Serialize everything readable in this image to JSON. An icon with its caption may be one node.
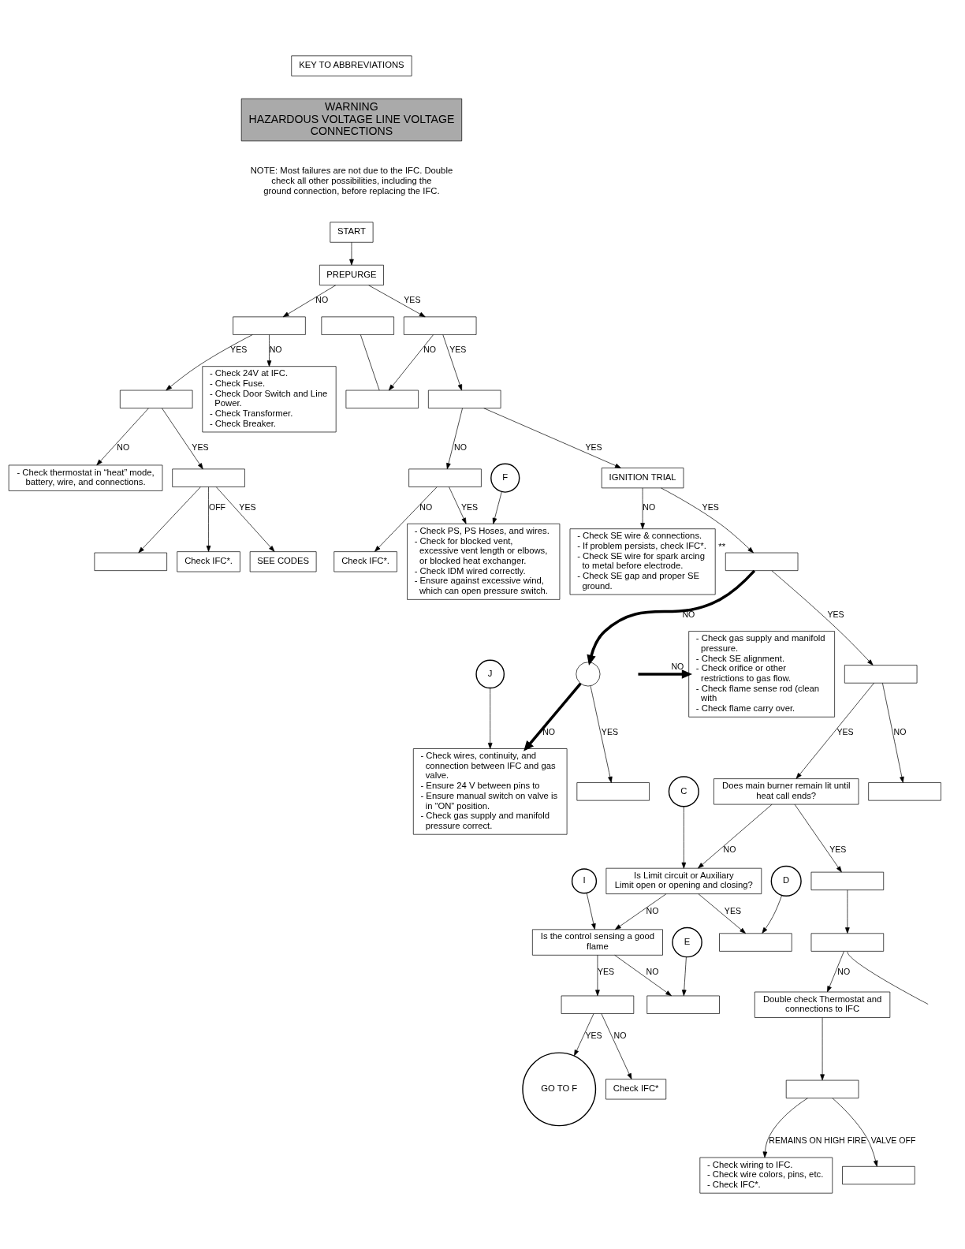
{
  "diagram": {
    "nodes": [
      {
        "text": [
          "KEY TO ABBREVIATIONS"
        ]
      },
      {
        "text": [
          "WARNING",
          "HAZARDOUS VOLTAGE LINE VOLTAGE CONNECTIONS"
        ]
      },
      {
        "text": [
          "START"
        ]
      },
      {
        "text": [
          "PREPURGE"
        ]
      },
      {
        "text": [],
        "shape": "box"
      },
      {
        "text": [
          "- Check 24V at IFC.",
          "- Check Fuse.",
          "- Check Door Switch and Line Power.",
          "- Check Transformer.",
          "- Check Breaker."
        ]
      },
      {
        "text": [],
        "shape": "box"
      },
      {
        "text": [
          "- Check thermostat in “heat” mode, battery, wire, and connections."
        ]
      },
      {
        "text": [],
        "shape": "box"
      },
      {
        "text": [
          "Check IFC*."
        ]
      },
      {
        "text": [
          "SEE CODES"
        ]
      },
      {
        "text": [],
        "shape": "box"
      },
      {
        "text": [],
        "shape": "box"
      },
      {
        "text": [],
        "shape": "box"
      },
      {
        "text": [],
        "shape": "box"
      },
      {
        "text": [
          "Check IFC*."
        ]
      },
      {
        "text": [],
        "shape": "box"
      },
      {
        "text": [
          "- Check PS, PS Hoses, and wires.",
          "- Check for blocked vent, excessive vent length or elbows, or blocked heat exchanger.",
          "- Check IDM wired correctly.",
          "- Ensure against excessive wind, which can open pressure switch."
        ]
      },
      {
        "text": [
          "F"
        ]
      },
      {
        "text": [],
        "shape": "box"
      },
      {
        "text": [
          "IGNITION TRIAL"
        ]
      },
      {
        "text": [
          "- Check SE wire & connections.",
          "- If problem persists, check IFC*.",
          "- Check SE wire for spark arcing to metal before electrode.",
          "- Check SE gap and proper SE ground."
        ]
      },
      {
        "text": [],
        "shape": "box",
        "beside": [
          "**"
        ]
      },
      {
        "text": [],
        "shape": "circle"
      },
      {
        "text": [],
        "shape": "box"
      },
      {
        "text": [
          "- Check gas supply and manifold pressure.",
          "- Check SE alignment.",
          "- Check orifice or other restrictions to gas flow.",
          "- Check flame sense rod (clean with",
          "- Check flame carry over."
        ]
      },
      {
        "text": [
          "- Check wires, continuity, and connection between IFC and gas valve.",
          "- Ensure 24 V between pins to",
          "- Ensure manual switch on valve is in “ON” position.",
          "- Check gas supply and manifold pressure correct."
        ]
      },
      {
        "text": [
          "J"
        ]
      },
      {
        "text": [],
        "shape": "box"
      },
      {
        "text": [],
        "shape": "box"
      },
      {
        "text": [
          "C"
        ]
      },
      {
        "text": [
          "I"
        ]
      },
      {
        "text": [
          "Is Limit circuit or Auxiliary Limit open or opening and closing?"
        ]
      },
      {
        "text": [
          "Is the control sensing a good flame"
        ]
      },
      {
        "text": [],
        "shape": "box"
      },
      {
        "text": [
          "Check IFC*"
        ]
      },
      {
        "text": [
          "GO TO F"
        ]
      },
      {
        "text": [
          "Does main burner remain lit until heat call ends?"
        ]
      },
      {
        "text": [],
        "shape": "box"
      },
      {
        "text": [
          "D"
        ]
      },
      {
        "text": [],
        "shape": "box"
      },
      {
        "text": [
          "E"
        ]
      },
      {
        "text": [],
        "shape": "box"
      },
      {
        "text": [
          "- Check wiring to IFC.",
          "- Check wire colors, pins, etc.",
          "- Check IFC*."
        ]
      },
      {
        "text": [],
        "shape": "box"
      },
      {
        "text": [],
        "shape": "box"
      },
      {
        "text": [],
        "shape": "box"
      },
      {
        "text": [
          "Double check Thermostat and connections to IFC"
        ]
      }
    ],
    "edges": [
      {
        "from": 2,
        "to": 3,
        "arrow": "to"
      },
      {
        "from": 3,
        "to": 4,
        "arrow": "to",
        "label": "NO"
      },
      {
        "from": 4,
        "to": 5,
        "arrow": "to",
        "label": "NO"
      },
      {
        "from": 4,
        "to": 6,
        "arrow": "to",
        "label": "YES"
      },
      {
        "from": 6,
        "to": 7,
        "arrow": "to",
        "label": "NO"
      },
      {
        "from": 6,
        "to": 8,
        "arrow": "to",
        "label": "YES"
      },
      {
        "from": 8,
        "to": 9,
        "arrow": "to",
        "label": "OFF"
      },
      {
        "from": 8,
        "to": 10,
        "arrow": "to",
        "label": "YES"
      },
      {
        "from": 8,
        "to": 11,
        "arrow": "to"
      },
      {
        "from": 3,
        "to": 12,
        "arrow": "to",
        "label": "YES"
      },
      {
        "from": 12,
        "to": 14,
        "arrow": "to",
        "label": "NO"
      },
      {
        "from": 13,
        "to": 14,
        "arrow": "none"
      },
      {
        "from": 12,
        "to": 19,
        "arrow": "to",
        "label": "YES"
      },
      {
        "from": 16,
        "to": 15,
        "arrow": "to",
        "label": "NO"
      },
      {
        "from": 16,
        "to": 17,
        "arrow": "to",
        "label": "YES"
      },
      {
        "from": 18,
        "to": 17,
        "arrow": "to"
      },
      {
        "from": 19,
        "to": 16,
        "arrow": "to",
        "label": "NO"
      },
      {
        "from": 19,
        "to": 20,
        "arrow": "to",
        "label": "YES"
      },
      {
        "from": 20,
        "to": 21,
        "arrow": "to",
        "label": "NO"
      },
      {
        "from": 20,
        "to": 22,
        "arrow": "to",
        "label": "YES"
      },
      {
        "from": 22,
        "to": 23,
        "arrow": "to",
        "label": "NO",
        "style": "thick"
      },
      {
        "from": 23,
        "to": 24,
        "arrow": "to",
        "label": "YES"
      },
      {
        "from": 23,
        "to": 26,
        "arrow": "to",
        "label": "NO",
        "style": "thick"
      },
      {
        "from": null,
        "to": 25,
        "arrow": "to",
        "label": "NO",
        "style": "thick"
      },
      {
        "from": 27,
        "to": 26,
        "arrow": "to"
      },
      {
        "from": 22,
        "to": 28,
        "arrow": "to",
        "label": "YES"
      },
      {
        "from": 28,
        "to": 29,
        "arrow": "to",
        "label": "NO"
      },
      {
        "from": 28,
        "to": 37,
        "arrow": "to",
        "label": "YES"
      },
      {
        "from": 30,
        "to": 32,
        "arrow": "to"
      },
      {
        "from": 31,
        "to": 33,
        "arrow": "to"
      },
      {
        "from": 37,
        "to": 32,
        "arrow": "to",
        "label": "NO"
      },
      {
        "from": 32,
        "to": 33,
        "arrow": "to",
        "label": "NO"
      },
      {
        "from": 32,
        "to": 38,
        "arrow": "to",
        "label": "YES"
      },
      {
        "from": 33,
        "to": 34,
        "arrow": "to",
        "label": "YES"
      },
      {
        "from": 34,
        "to": 35,
        "arrow": "to",
        "label": "NO"
      },
      {
        "from": 34,
        "to": 36,
        "arrow": "to",
        "label": "YES"
      },
      {
        "from": 33,
        "to": 40,
        "arrow": "to",
        "label": "NO"
      },
      {
        "from": 39,
        "to": 38,
        "arrow": "to"
      },
      {
        "from": 41,
        "to": 40,
        "arrow": "to"
      },
      {
        "from": 37,
        "to": 45,
        "arrow": "to",
        "label": "YES"
      },
      {
        "from": 45,
        "to": 46,
        "arrow": "to"
      },
      {
        "from": 46,
        "to": 47,
        "arrow": "to",
        "label": "NO"
      },
      {
        "from": 47,
        "to": 42,
        "arrow": "to"
      },
      {
        "from": 42,
        "to": 43,
        "arrow": "to",
        "label": "REMAINS ON HIGH FIRE"
      },
      {
        "from": 42,
        "to": 44,
        "arrow": "to",
        "label": "VALVE OFF"
      },
      {
        "from": 46,
        "to": null,
        "arrow": "none"
      }
    ],
    "labels": [
      "NOTE: Most failures are not due to the IFC. Double check all other possibilities, including the ground connection, before replacing the IFC."
    ]
  }
}
